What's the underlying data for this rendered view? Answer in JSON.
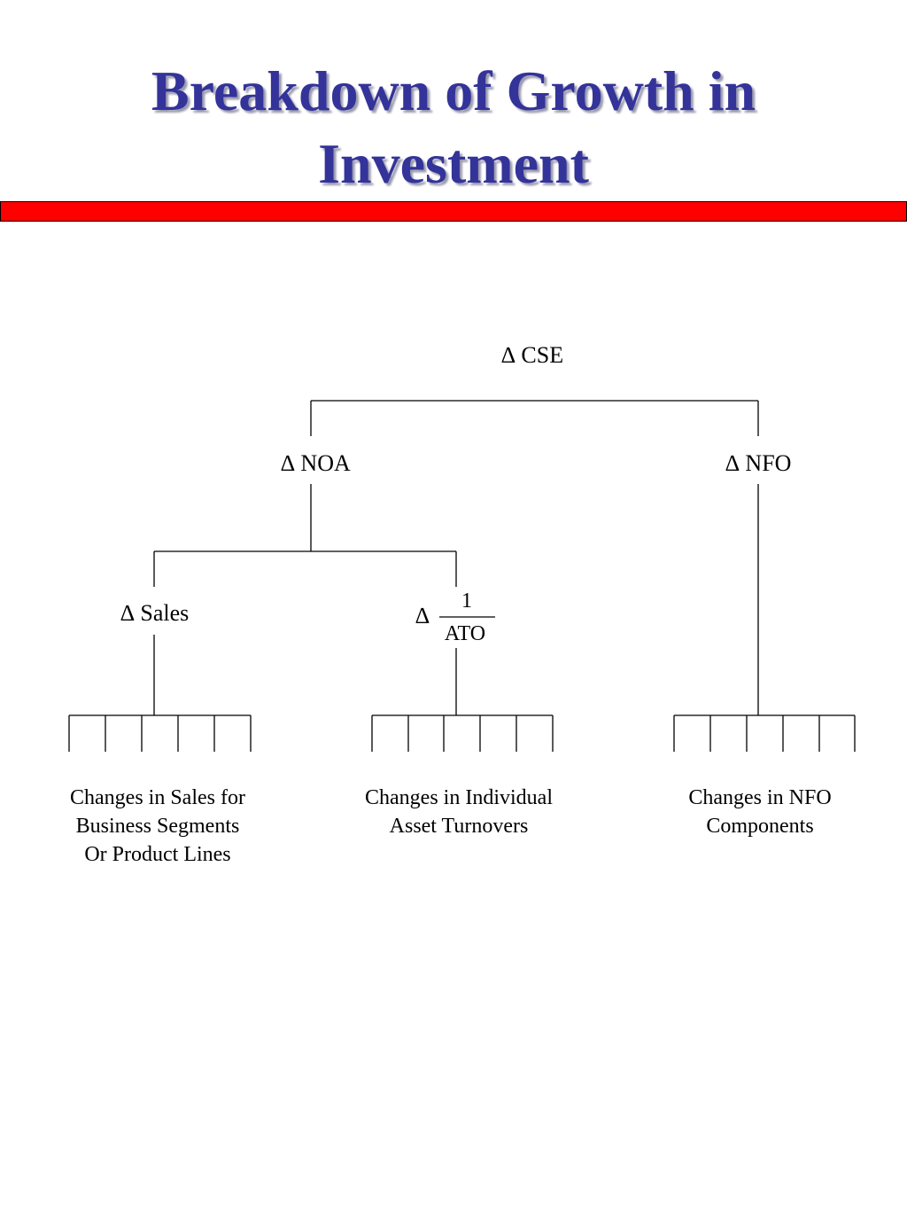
{
  "title": {
    "line1": "Breakdown of Growth in",
    "line2": "Investment"
  },
  "tree": {
    "root": {
      "delta": "∆",
      "label": "CSE"
    },
    "level1": [
      {
        "delta": "∆",
        "label": "NOA"
      },
      {
        "delta": "∆",
        "label": "NFO"
      }
    ],
    "level2": [
      {
        "delta": "∆",
        "label": "Sales"
      },
      {
        "delta": "∆",
        "numerator": "1",
        "denominator": "ATO"
      }
    ],
    "leaves": [
      {
        "lines": [
          "Changes in Sales for",
          "Business Segments",
          "Or Product Lines"
        ]
      },
      {
        "lines": [
          "Changes in Individual",
          "Asset Turnovers"
        ]
      },
      {
        "lines": [
          "Changes in NFO",
          "Components"
        ]
      }
    ]
  },
  "colors": {
    "title": "#333399",
    "bar": "#ff0000",
    "lines": "#000000"
  }
}
